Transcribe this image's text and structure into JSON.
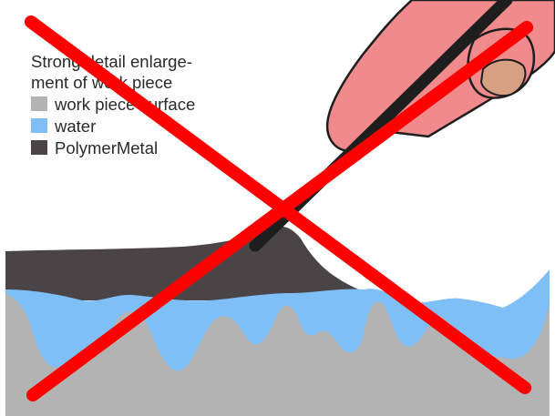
{
  "legend": {
    "title_line1": "Strong detail enlarge-",
    "title_line2": "ment of work piece",
    "items": [
      {
        "label": "work piece surface",
        "color": "#b3b3b3"
      },
      {
        "label": "water",
        "color": "#7fbff7"
      },
      {
        "label": "PolymerMetal",
        "color": "#4a4446"
      }
    ]
  },
  "colors": {
    "surface": "#b3b3b3",
    "water": "#7fbff7",
    "polymer": "#4a4446",
    "finger": "#f08a8c",
    "finger_outline": "#1e1e1e",
    "cross": "#ff0000"
  },
  "icons": {
    "finger": "finger-icon",
    "tool": "spatula-icon",
    "cross": "cross-out-icon"
  }
}
